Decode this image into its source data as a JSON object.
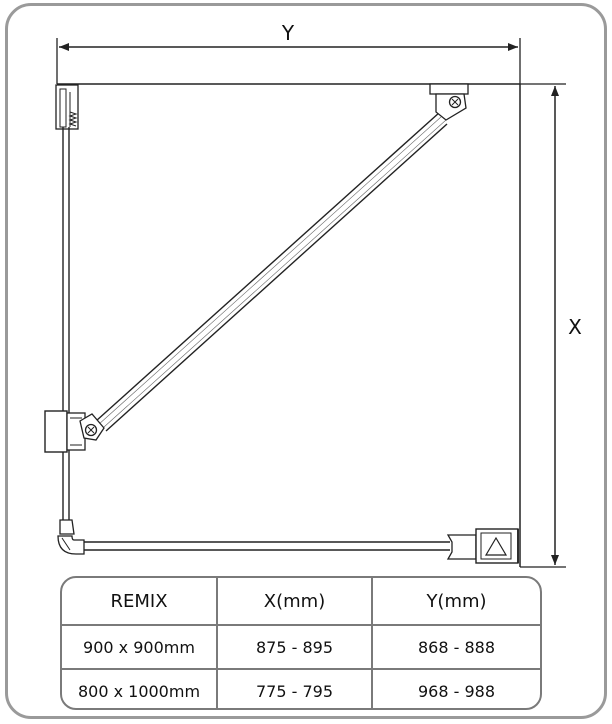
{
  "dimensions": {
    "y_label": "Y",
    "x_label": "X"
  },
  "table": {
    "headers": [
      "REMIX",
      "X(mm)",
      "Y(mm)"
    ],
    "rows": [
      [
        "900 x 900mm",
        "875 - 895",
        "868 - 888"
      ],
      [
        "800 x 1000mm",
        "775 - 795",
        "968 - 988"
      ]
    ]
  },
  "colors": {
    "frame_border": "#9a9a9a",
    "line": "#222222",
    "table_border": "#7a7a7a"
  }
}
